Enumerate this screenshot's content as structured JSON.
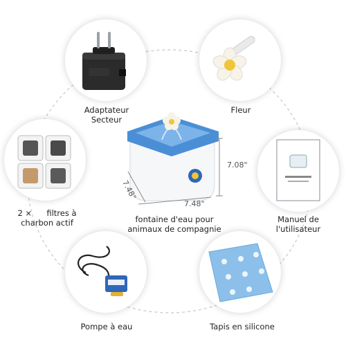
{
  "labels": {
    "adapter_l1": "Adaptateur",
    "adapter_l2": "Secteur",
    "flower": "Fleur",
    "filters_count": "2 ×",
    "filters_l1": "filtres à",
    "filters_l2": "charbon actif",
    "fountain_l1": "fontaine d'eau pour",
    "fountain_l2": "animaux de compagnie",
    "manual_l1": "Manuel de",
    "manual_l2": "l'utilisateur",
    "pump": "Pompe à eau",
    "mat": "Tapis en silicone"
  },
  "dimensions": {
    "height": "7.08\"",
    "width": "7.48\"",
    "depth": "7.48\""
  },
  "colors": {
    "accent_blue": "#4a8fd6",
    "ring_line": "#c9ced6",
    "mat_blue": "#8cc0ea"
  }
}
